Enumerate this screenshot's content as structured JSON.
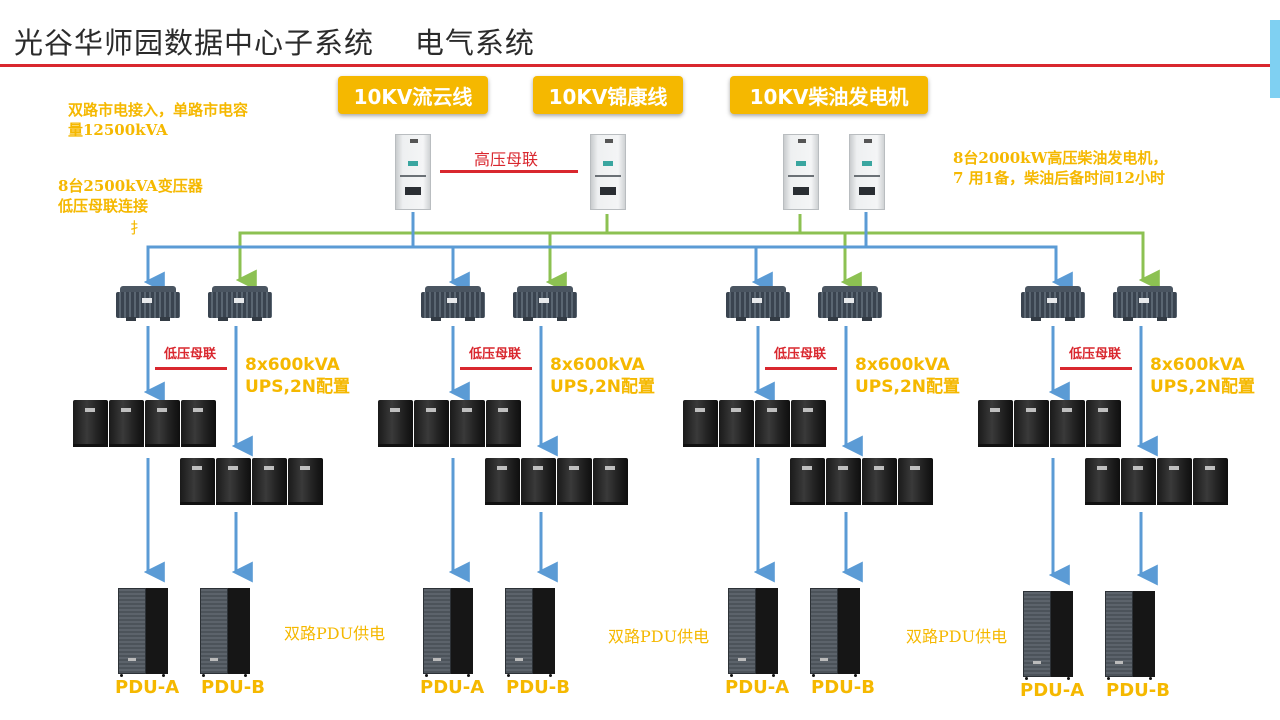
{
  "header": {
    "title": "光谷华师园数据中心子系统    电气系统",
    "accent_color": "#d9272e",
    "side_tab_color": "#7fd0f2"
  },
  "sources": [
    {
      "label": "10KV流云线"
    },
    {
      "label": "10KV锦康线"
    },
    {
      "label": "10KV柴油发电机"
    }
  ],
  "notes": {
    "utility": "双路市电接入，单路市电容\n量12500kVA",
    "transformers": "8台2500kVA变压器\n低压母联连接",
    "transformers_stray": "扌",
    "generators": "8台2000kW高压柴油发电机，\n7 用1备，柴油后备时间12小时"
  },
  "hv_tie": {
    "label": "高压母联"
  },
  "colors": {
    "label_yellow": "#f5b800",
    "bus_blue": "#5b9bd5",
    "bus_green": "#8cc152",
    "tie_red": "#d9272e"
  },
  "groups": [
    {
      "lv_tie": "低压母联",
      "ups_label": "8x600kVA\nUPS,2N配置",
      "pdu_a": "PDU-A",
      "pdu_b": "PDU-B",
      "dual_feed": "双路PDU供电"
    },
    {
      "lv_tie": "低压母联",
      "ups_label": "8x600kVA\nUPS,2N配置",
      "pdu_a": "PDU-A",
      "pdu_b": "PDU-B",
      "dual_feed": "双路PDU供电"
    },
    {
      "lv_tie": "低压母联",
      "ups_label": "8x600kVA\nUPS,2N配置",
      "pdu_a": "PDU-A",
      "pdu_b": "PDU-B",
      "dual_feed": "双路PDU供电"
    },
    {
      "lv_tie": "低压母联",
      "ups_label": "8x600kVA\nUPS,2N配置",
      "pdu_a": "PDU-A",
      "pdu_b": "PDU-B"
    }
  ]
}
